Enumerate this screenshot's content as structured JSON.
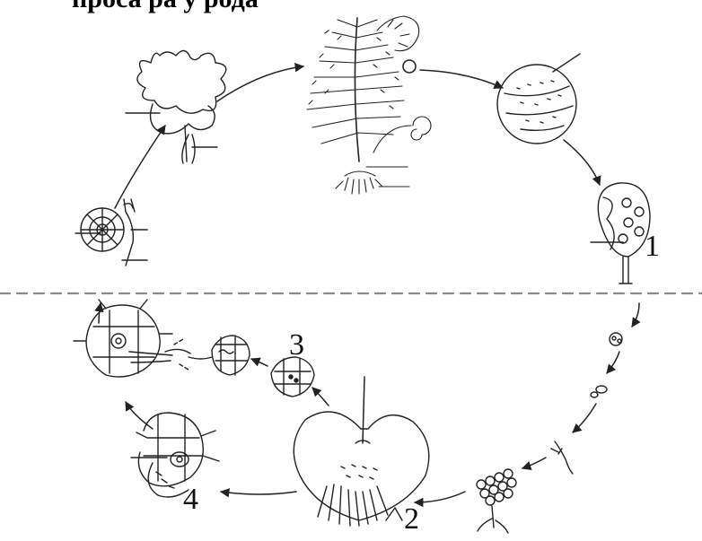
{
  "title_fragment": "проса  ра    у   рода",
  "labels": {
    "one": "1",
    "two": "2",
    "three": "3",
    "four": "4"
  },
  "colors": {
    "line": "#222222",
    "divider": "#8a8a8a"
  }
}
